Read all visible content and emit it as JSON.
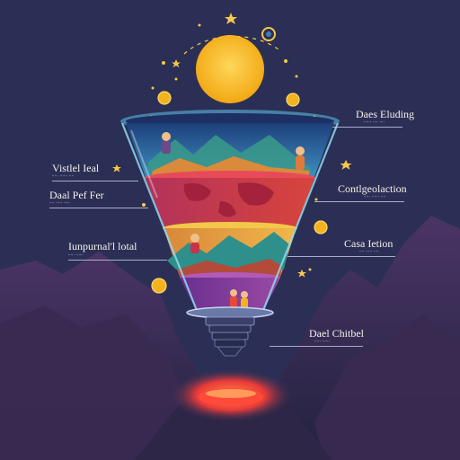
{
  "diagram": {
    "type": "funnel-infographic",
    "labels_left": [
      {
        "title": "Vistlel Ieal",
        "subtitle": "ʻʻʻʻʻ ʻʻʻʻʻʻ ʻʻʻʻ"
      },
      {
        "title": "Daal Pef Fer",
        "subtitle": "ʻʻʻʻ ʻʻʻʻʻ ʻʻʻʻʻ"
      },
      {
        "title": "Iunpurnal'l lotal",
        "subtitle": "ʻʻʻʻʻ ʻʻʻʻʻʻ"
      }
    ],
    "labels_right": [
      {
        "title": "Daes Eluding",
        "subtitle": "ʻʻʻʻʻʻ ʻʻʻʻ ʻʻʻʻ"
      },
      {
        "title": "Contlgeolaction",
        "subtitle": "ʻʻʻʻʻ ʻʻʻʻʻʻ ʻʻʻʻ"
      },
      {
        "title": "Casa Ietion",
        "subtitle": "ʻʻʻʻ ʻʻʻʻʻ ʻʻʻʻ"
      },
      {
        "title": "Dael Chitbel",
        "subtitle": "ʻʻʻʻʻ ʻʻʻʻʻʻ"
      }
    ],
    "colors": {
      "background": "#2b2f55",
      "sun": "#f6b81d",
      "tier_top": "#3a7fb8",
      "tier_red": "#c8334a",
      "tier_gold": "#e2a63a",
      "tier_purple": "#7a3c9a",
      "glow": "#ff5a3c",
      "mountain": "#3e2b58"
    }
  }
}
